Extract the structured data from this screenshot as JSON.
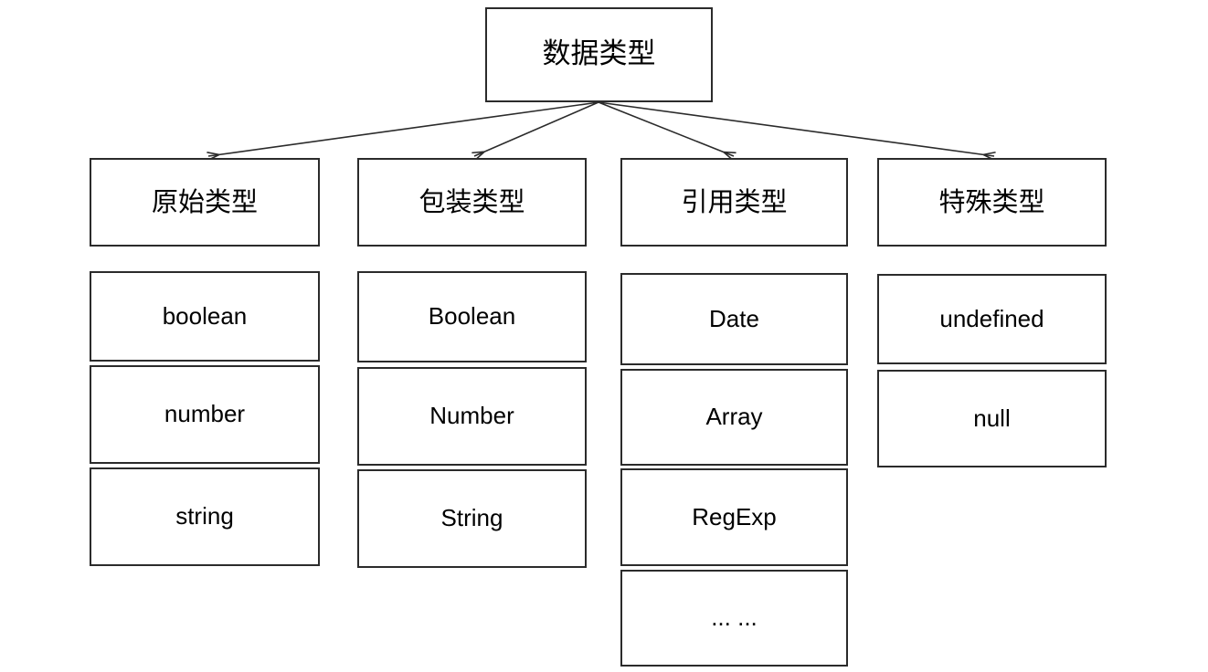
{
  "diagram": {
    "title": "数据类型",
    "root": {
      "label": "数据类型"
    },
    "categories": [
      {
        "label": "原始类型",
        "leaves": [
          {
            "label": "boolean"
          },
          {
            "label": "number"
          },
          {
            "label": "string"
          }
        ]
      },
      {
        "label": "包装类型",
        "leaves": [
          {
            "label": "Boolean"
          },
          {
            "label": "Number"
          },
          {
            "label": "String"
          }
        ]
      },
      {
        "label": "引用类型",
        "leaves": [
          {
            "label": "Date"
          },
          {
            "label": "Array"
          },
          {
            "label": "RegExp"
          },
          {
            "label": "... ..."
          }
        ]
      },
      {
        "label": "特殊类型",
        "leaves": [
          {
            "label": "undefined"
          },
          {
            "label": "null"
          }
        ]
      }
    ],
    "style": {
      "background": "#ffffff",
      "box_border": "#2b2b2b",
      "box_fill": "#ffffff",
      "edge_color": "#2b2b2b",
      "text_color": "#000000"
    },
    "edges": [
      {
        "from": "数据类型",
        "to": "原始类型"
      },
      {
        "from": "数据类型",
        "to": "包装类型"
      },
      {
        "from": "数据类型",
        "to": "引用类型"
      },
      {
        "from": "数据类型",
        "to": "特殊类型"
      }
    ]
  }
}
